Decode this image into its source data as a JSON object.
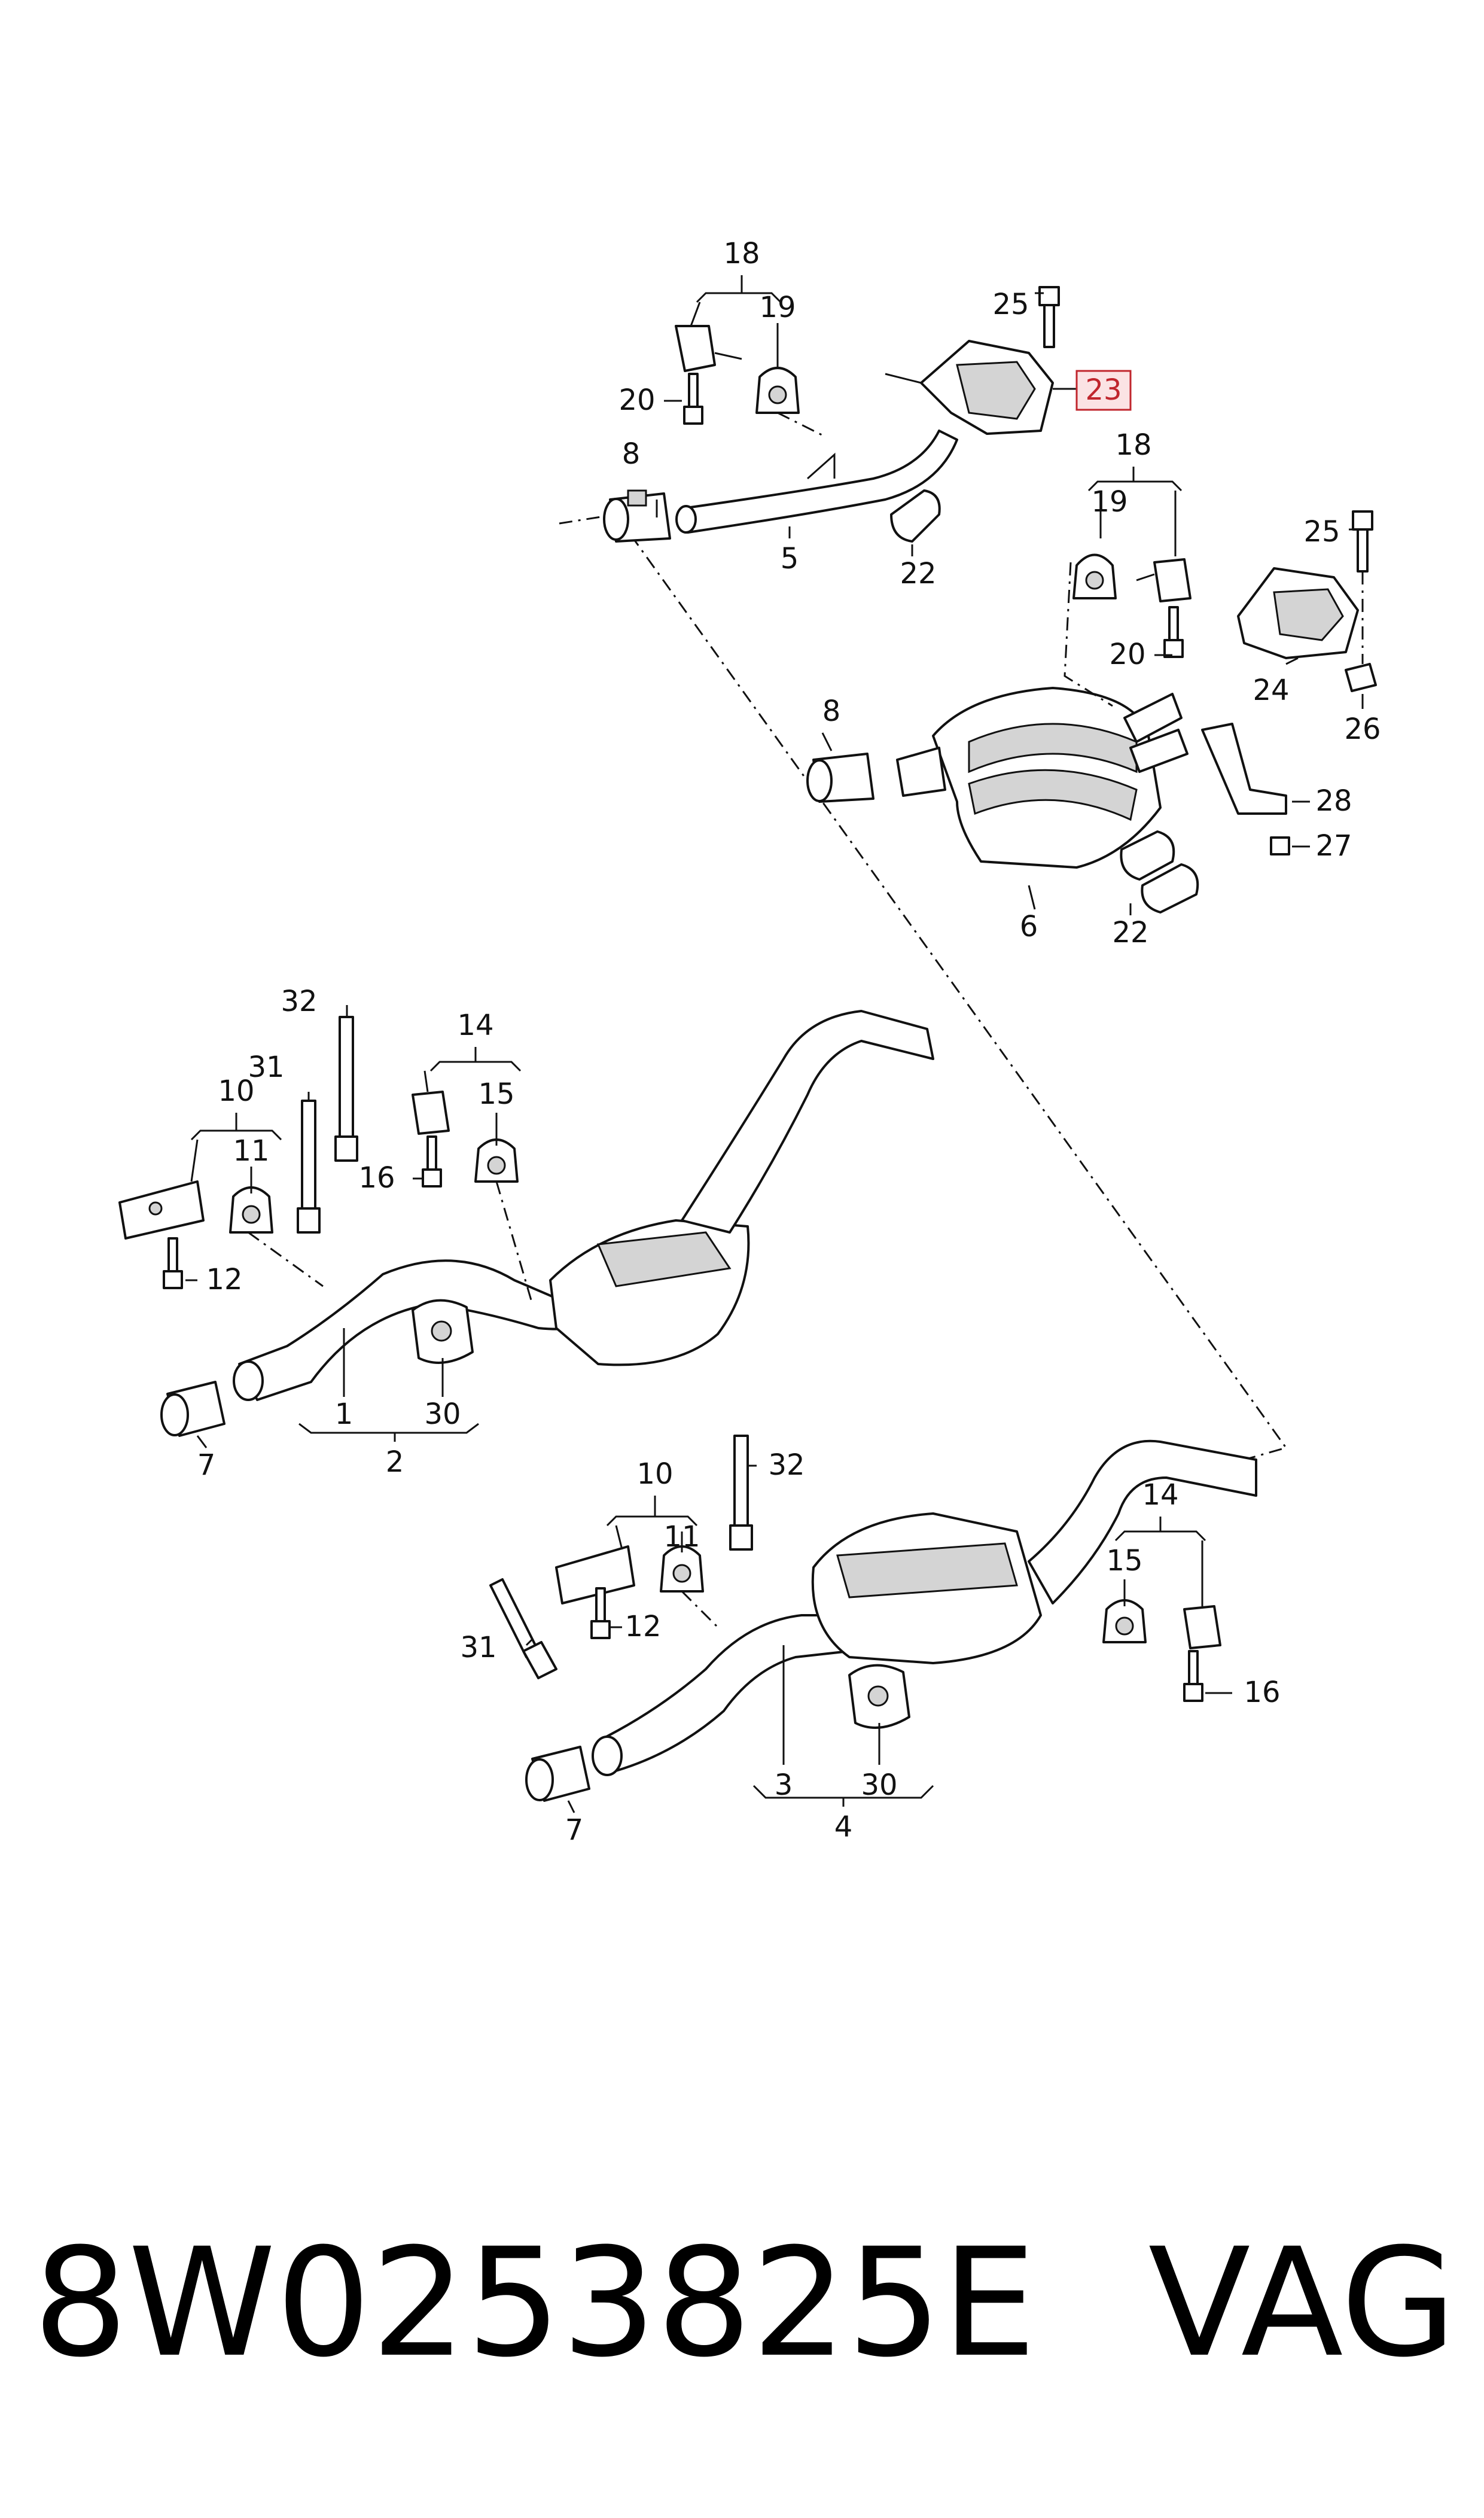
{
  "caption": {
    "part_number": "8W0253825E",
    "brand": "VAG"
  },
  "highlight_color": "#c0262d",
  "labels": {
    "n1": "1",
    "n2": "2",
    "n3": "3",
    "n4": "4",
    "n5": "5",
    "n6": "6",
    "n7": "7",
    "n8": "8",
    "n10": "10",
    "n11": "11",
    "n12": "12",
    "n14": "14",
    "n15": "15",
    "n16": "16",
    "n18": "18",
    "n19": "19",
    "n20": "20",
    "n22": "22",
    "n23": "23",
    "n24": "24",
    "n25": "25",
    "n26": "26",
    "n27": "27",
    "n28": "28",
    "n30": "30",
    "n31": "31",
    "n32": "32"
  }
}
